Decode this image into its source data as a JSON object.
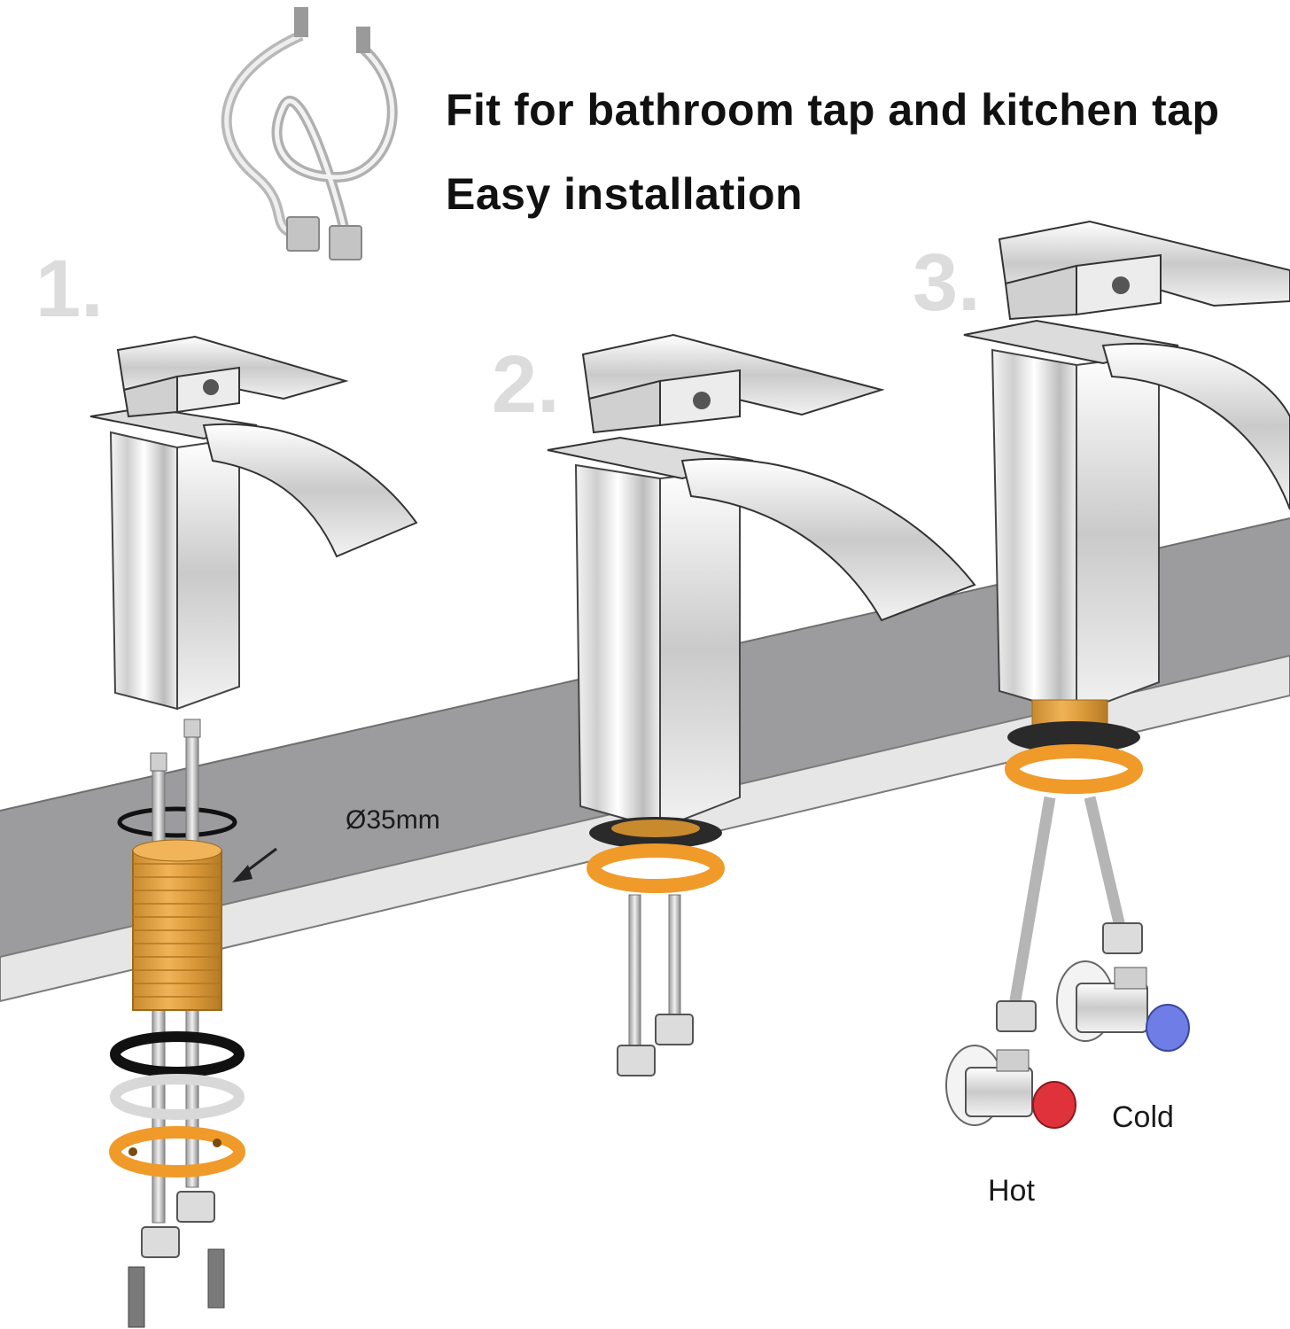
{
  "headline": {
    "line1": "Fit for bathroom tap and kitchen tap",
    "line2": "Easy installation"
  },
  "steps": [
    {
      "number": "1."
    },
    {
      "number": "2."
    },
    {
      "number": "3."
    }
  ],
  "labels": {
    "diameter": "Ø35mm",
    "hot": "Hot",
    "cold": "Cold"
  },
  "colors": {
    "counter_top": "#9c9c9e",
    "brass": "#e9a43f",
    "hot_knob": "#e0323a",
    "cold_knob": "#6f7ee6",
    "step_number": "#dcdcdc"
  }
}
